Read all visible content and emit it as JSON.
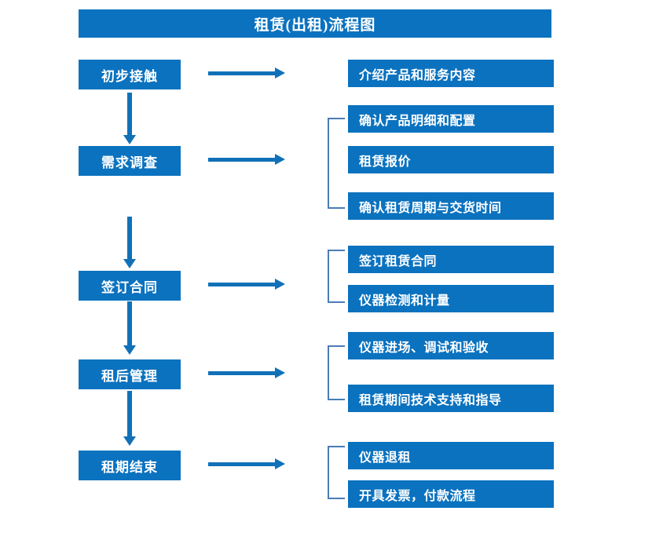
{
  "title": "租赁(出租)流程图",
  "stages": [
    {
      "label": "初步接触",
      "arrow_label": "flow-arrow-right",
      "details": [
        "介绍产品和服务内容"
      ],
      "bracketed": false
    },
    {
      "label": "需求调查",
      "arrow_label": "flow-arrow-right",
      "details": [
        "确认产品明细和配置",
        "租赁报价",
        "确认租赁周期与交货时间"
      ],
      "bracketed": true
    },
    {
      "label": "签订合同",
      "arrow_label": "flow-arrow-right",
      "details": [
        "签订租赁合同",
        "仪器检测和计量"
      ],
      "bracketed": true
    },
    {
      "label": "租后管理",
      "arrow_label": "flow-arrow-right",
      "details": [
        "仪器进场、调试和验收",
        "租赁期间技术支持和指导"
      ],
      "bracketed": true
    },
    {
      "label": "租期结束",
      "arrow_label": "flow-arrow-right",
      "details": [
        "仪器退租",
        "开具发票，付款流程"
      ],
      "bracketed": true
    }
  ],
  "detail_boxes": [
    "介绍产品和服务内容",
    "确认产品明细和配置",
    "租赁报价",
    "确认租赁周期与交货时间",
    "签订租赁合同",
    "仪器检测和计量",
    "仪器进场、调试和验收",
    "租赁期间技术支持和指导",
    "仪器退租",
    "开具发票，付款流程"
  ],
  "colors": {
    "box_fill": "#0b72bf",
    "arrow": "#1071b8",
    "bracket": "#4a7cb5",
    "text": "#ffffff",
    "background": "#ffffff"
  }
}
